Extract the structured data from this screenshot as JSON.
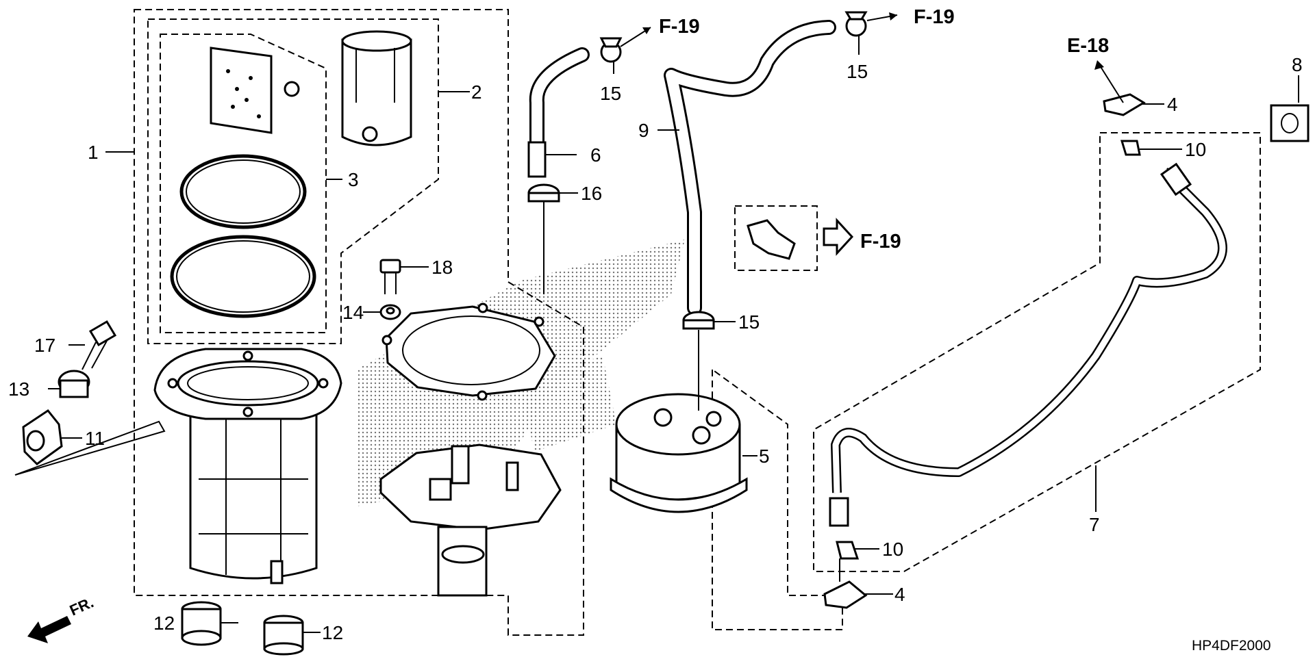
{
  "callouts": {
    "p1": "1",
    "p2": "2",
    "p3": "3",
    "p4a": "4",
    "p4b": "4",
    "p5": "5",
    "p6": "6",
    "p7": "7",
    "p8": "8",
    "p9": "9",
    "p10a": "10",
    "p10b": "10",
    "p11": "11",
    "p12a": "12",
    "p12b": "12",
    "p13": "13",
    "p14": "14",
    "p15a": "15",
    "p15b": "15",
    "p15c": "15",
    "p16": "16",
    "p17": "17",
    "p18": "18"
  },
  "refs": {
    "f19_top_left": "F-19",
    "f19_top_right": "F-19",
    "f19_box": "F-19",
    "e18": "E-18"
  },
  "direction_label": "FR.",
  "diagram_code": "HP4DF2000"
}
